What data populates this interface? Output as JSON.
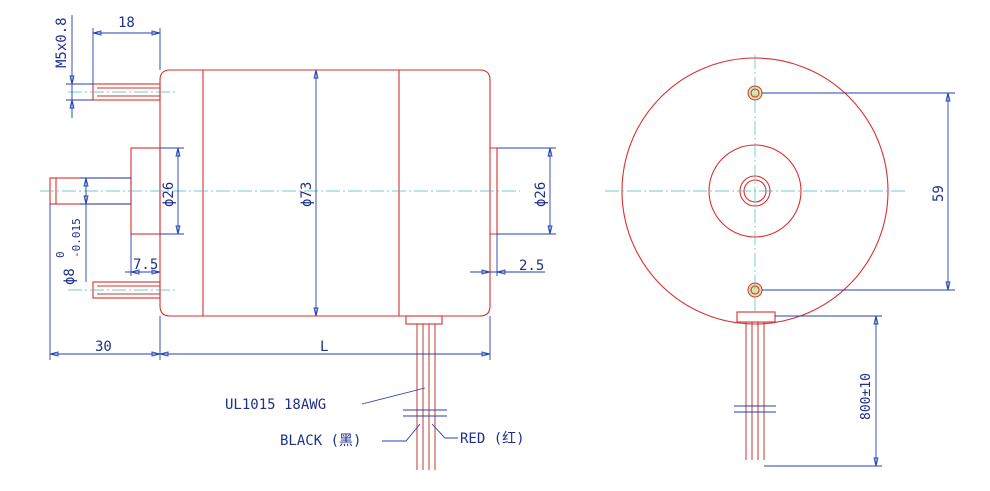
{
  "dims": {
    "shaft_length": "18",
    "mount_thread": "M5x0.8",
    "boss_dia_left": "ϕ26",
    "body_dia": "ϕ73",
    "boss_dia_right": "ϕ26",
    "shaft_dia": "ϕ8",
    "shaft_tol_upper": "0",
    "shaft_tol_lower": "-0.015",
    "boss_height_left": "7.5",
    "boss_height_right": "2.5",
    "shaft_extension": "30",
    "body_length": "L",
    "hole_spacing": "59",
    "lead_length": "800±10"
  },
  "labels": {
    "cable_spec": "UL1015  18AWG",
    "black_wire": "BLACK (黑)",
    "red_wire": "RED (红)"
  },
  "colors": {
    "part": "#d9302c",
    "dimension": "#2040b0",
    "centerline": "#4ab8c8"
  }
}
